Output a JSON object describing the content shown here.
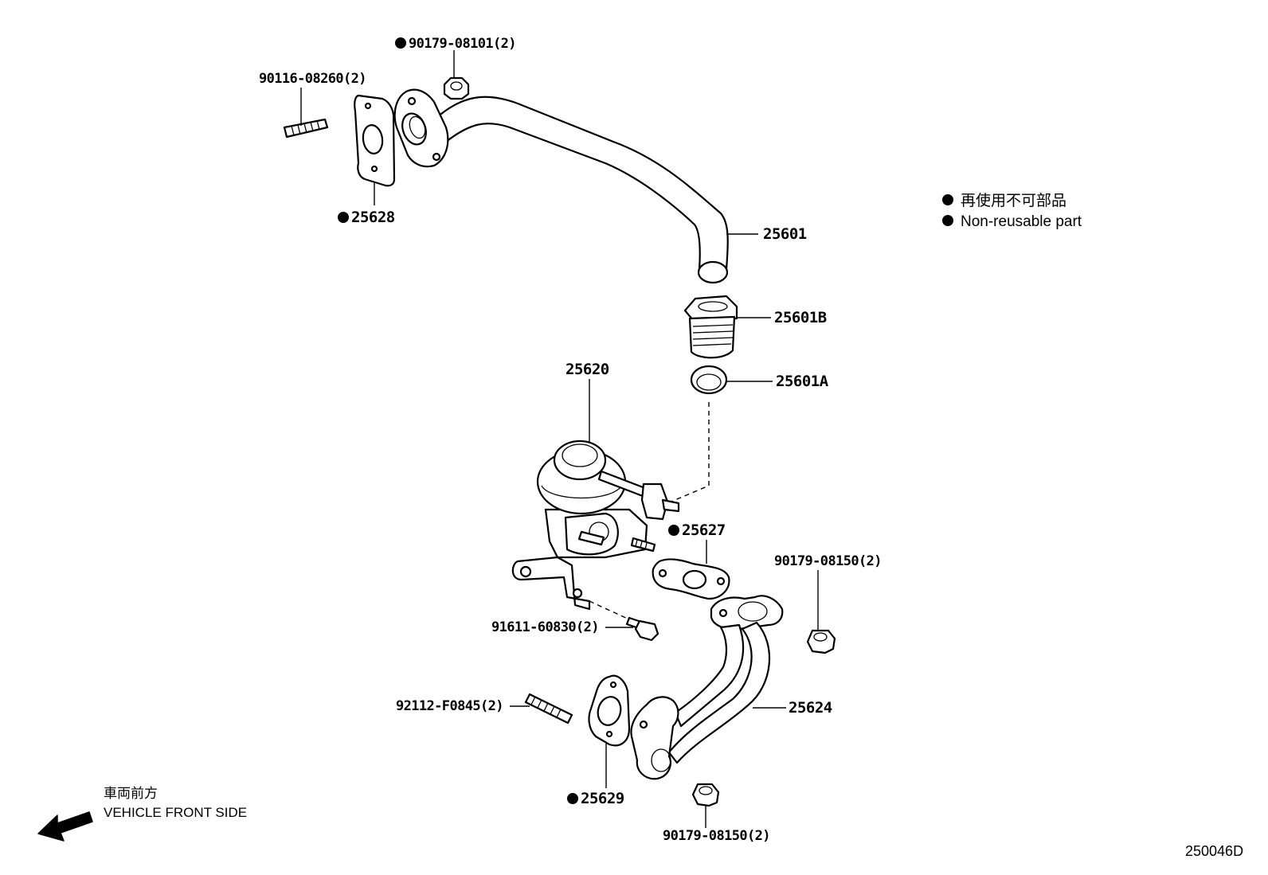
{
  "legend": {
    "jp": "再使用不可部品",
    "en": "Non-reusable part"
  },
  "direction": {
    "jp": "車両前方",
    "en": "VEHICLE FRONT SIDE"
  },
  "figure_id": "250046D",
  "labels": {
    "p90179_08101": "90179-08101(2)",
    "p90116_08260": "90116-08260(2)",
    "p25628": "25628",
    "p25601": "25601",
    "p25601B": "25601B",
    "p25601A": "25601A",
    "p25620": "25620",
    "p25627": "25627",
    "p90179_08150_a": "90179-08150(2)",
    "p91611_60830": "91611-60830(2)",
    "p92112_F0845": "92112-F0845(2)",
    "p25624": "25624",
    "p25629": "25629",
    "p90179_08150_b": "90179-08150(2)"
  },
  "non_reusable": [
    "90179-08101(2)",
    "25628",
    "25627",
    "25629"
  ]
}
